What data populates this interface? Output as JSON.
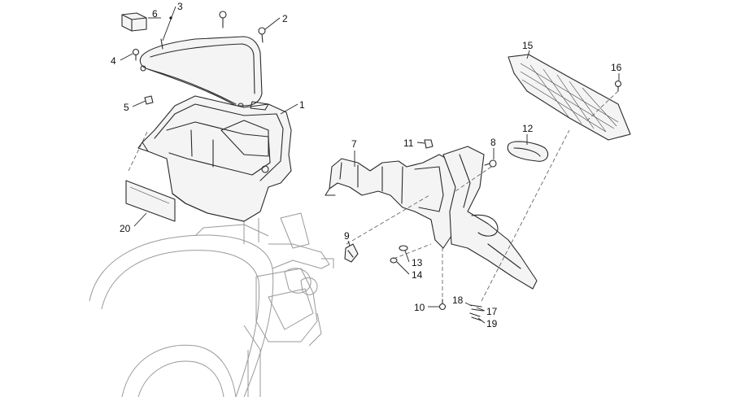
{
  "callouts": {
    "c1": "1",
    "c2": "2",
    "c3": "3",
    "c4": "4",
    "c5": "5",
    "c6": "6",
    "c7": "7",
    "c8": "8",
    "c9": "9",
    "c10": "10",
    "c11": "11",
    "c12": "12",
    "c13": "13",
    "c14": "14",
    "c15": "15",
    "c16": "16",
    "c17": "17",
    "c18": "18",
    "c19": "19",
    "c20": "20"
  },
  "colors": {
    "line": "#2a2a2a",
    "ghost": "#9a9a9a",
    "background": "#ffffff"
  }
}
